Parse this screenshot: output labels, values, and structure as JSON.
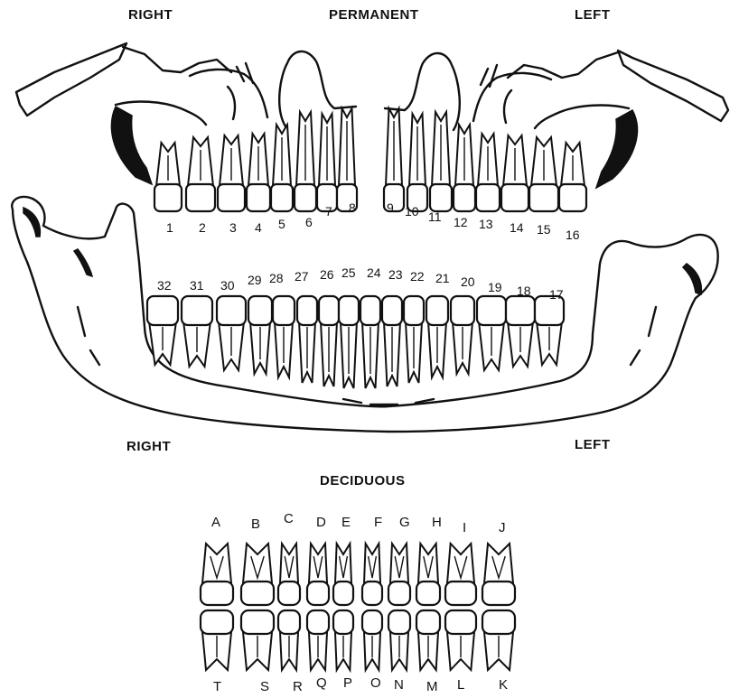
{
  "labels": {
    "top_right": "RIGHT",
    "top_title": "PERMANENT",
    "top_left": "LEFT",
    "bottom_right": "RIGHT",
    "bottom_left": "LEFT",
    "deciduous_title": "DECIDUOUS"
  },
  "permanent_upper": [
    "1",
    "2",
    "3",
    "4",
    "5",
    "6",
    "7",
    "8",
    "9",
    "10",
    "11",
    "12",
    "13",
    "14",
    "15",
    "16"
  ],
  "permanent_lower": [
    "32",
    "31",
    "30",
    "29",
    "28",
    "27",
    "26",
    "25",
    "24",
    "23",
    "22",
    "21",
    "20",
    "19",
    "18",
    "17"
  ],
  "deciduous_upper": [
    "A",
    "B",
    "C",
    "D",
    "E",
    "F",
    "G",
    "H",
    "I",
    "J"
  ],
  "deciduous_lower": [
    "T",
    "S",
    "R",
    "Q",
    "P",
    "O",
    "N",
    "M",
    "L",
    "K"
  ]
}
